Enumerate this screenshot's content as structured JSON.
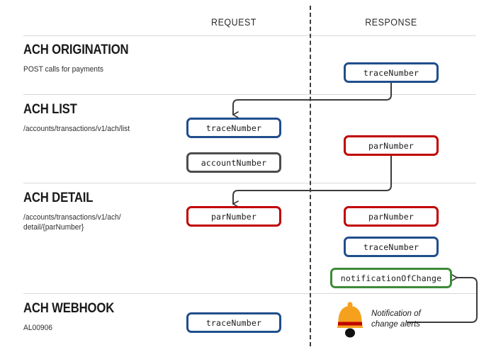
{
  "columns": {
    "request_label": "REQUEST",
    "response_label": "RESPONSE"
  },
  "colors": {
    "blue": "#1f4e8c",
    "red": "#c00000",
    "green": "#3d8b37",
    "gray": "#4d4d4d",
    "divider": "#d9d9d9",
    "wire": "#3c3c3c",
    "bell_body": "#f5a11e",
    "bell_band": "#c00000"
  },
  "sections": [
    {
      "title": "ACH ORIGINATION",
      "subtitle": "POST calls for payments",
      "request_boxes": [],
      "response_boxes": [
        {
          "label": "traceNumber",
          "color": "blue"
        }
      ]
    },
    {
      "title": "ACH LIST",
      "subtitle": "/accounts/transactions/v1/ach/list",
      "request_boxes": [
        {
          "label": "traceNumber",
          "color": "blue"
        },
        {
          "label": "accountNumber",
          "color": "gray"
        }
      ],
      "response_boxes": [
        {
          "label": "parNumber",
          "color": "red"
        }
      ]
    },
    {
      "title": "ACH DETAIL",
      "subtitle": "/accounts/transactions/v1/ach/\ndetail/{parNumber}",
      "request_boxes": [
        {
          "label": "parNumber",
          "color": "red"
        }
      ],
      "response_boxes": [
        {
          "label": "parNumber",
          "color": "red"
        },
        {
          "label": "traceNumber",
          "color": "blue"
        },
        {
          "label": "notificationOfChange",
          "color": "green"
        }
      ]
    },
    {
      "title": "ACH WEBHOOK",
      "subtitle": "AL00906",
      "request_boxes": [
        {
          "label": "traceNumber",
          "color": "blue"
        }
      ],
      "response_boxes": []
    }
  ],
  "annotations": {
    "bell_icon": "bell-icon",
    "bell_caption": "Notification of\nchange alerts"
  }
}
